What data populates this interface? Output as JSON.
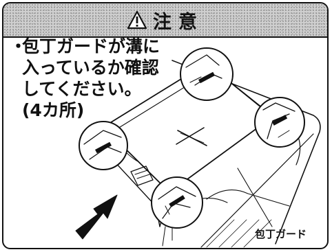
{
  "header": {
    "title": "注意",
    "icon": "warning-triangle-icon"
  },
  "instruction": {
    "bullet": "・",
    "lines": [
      "包丁ガードが溝に",
      "入っているか確認",
      "してください。",
      "(4カ所)"
    ]
  },
  "illustration": {
    "label": "包丁ガード",
    "icons": [
      "slot-detail-circle",
      "insert-direction-arrow",
      "cross-mark"
    ]
  },
  "colors": {
    "ink": "#111111",
    "header_background": "#cfcfcf"
  }
}
